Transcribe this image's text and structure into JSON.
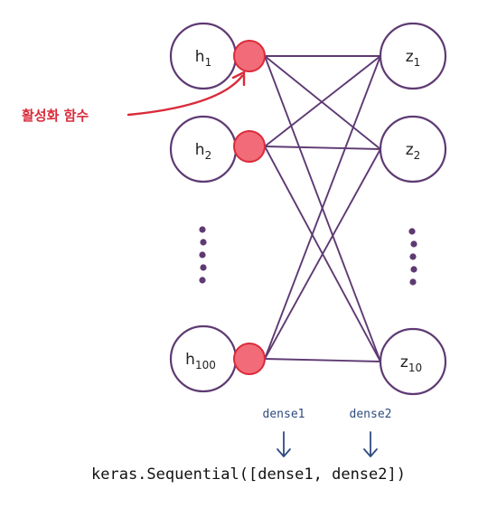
{
  "colors": {
    "stroke": "#5e3a73",
    "activation_fill": "#f26b78",
    "activation_stroke": "#d92b3a",
    "annotation": "#d92b3a",
    "label_blue": "#2f4b80",
    "text": "#222222"
  },
  "hidden_nodes": [
    {
      "base": "h",
      "sub": "1"
    },
    {
      "base": "h",
      "sub": "2"
    },
    {
      "base": "h",
      "sub": "100"
    }
  ],
  "output_nodes": [
    {
      "base": "z",
      "sub": "1"
    },
    {
      "base": "z",
      "sub": "2"
    },
    {
      "base": "z",
      "sub": "10"
    }
  ],
  "annotation": {
    "text": "활성화 함수",
    "icon": "curved-arrow-icon"
  },
  "layer_labels": {
    "dense1": "dense1",
    "dense2": "dense2",
    "icon": "down-arrow-icon"
  },
  "code": {
    "text": "keras.Sequential([dense1, dense2])"
  }
}
